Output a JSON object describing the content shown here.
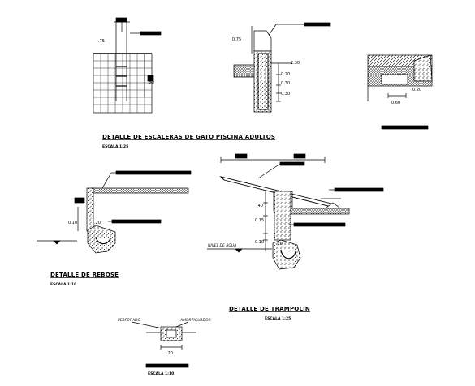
{
  "titles": {
    "escaleras": "DETALLE DE ESCALERAS DE GATO PISCINA ADULTOS",
    "escaleras_scale": "ESCALA 1:25",
    "rebose": "DETALLE DE REBOSE",
    "rebose_scale": "ESCALA 1:10",
    "trampolin": "DETALLE DE TRAMPOLIN",
    "trampolin_scale": "ESCALA 1:25",
    "bottom_scale": "ESCALA 1:10"
  },
  "dimensions": {
    "ladder_75": ".75",
    "ladder_50": ".50",
    "wall_075": "0.75",
    "wall_230": "2.30",
    "wall_020": "0.20",
    "wall_030_a": "0.30",
    "wall_030_b": "0.30",
    "right_060": "0.60",
    "right_020": "0.20",
    "rebose_010": "0.10",
    "rebose_20": ".20",
    "tramp_40": ".40",
    "tramp_015": "0.15",
    "tramp_010": "0.10",
    "tramp_20": ".20",
    "bottom_20": ".20"
  },
  "labels": {
    "nivel_agua": "NIVEL DE AGUA",
    "perforado": "PERFORADO",
    "amortiguador": "AMORTIGUADOR"
  },
  "colors": {
    "ink": "#000000",
    "paper": "#ffffff"
  }
}
